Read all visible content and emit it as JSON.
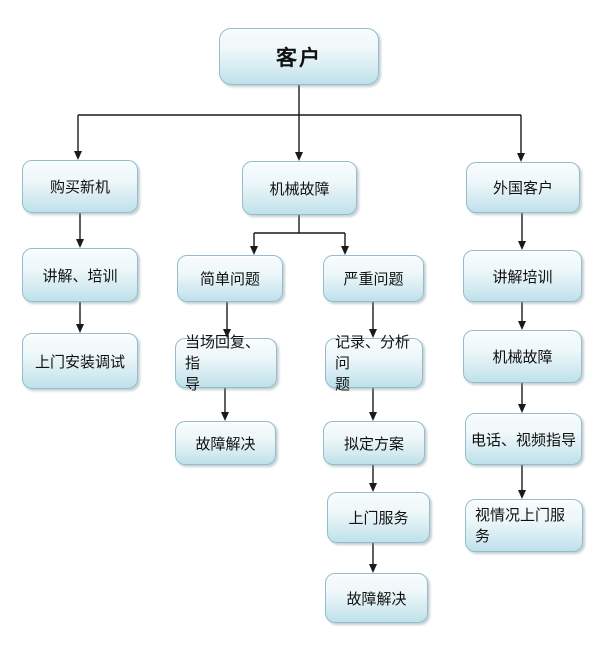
{
  "diagram": {
    "type": "flowchart",
    "nodes": {
      "customer": {
        "label": "客户"
      },
      "buy_new_machine": {
        "label": "购买新机"
      },
      "mechanical_failure": {
        "label": "机械故障"
      },
      "foreign_customer": {
        "label": "外国客户"
      },
      "explain_training_left": {
        "label": "讲解、培训"
      },
      "onsite_install_debug": {
        "label": "上门安装调试"
      },
      "simple_problem": {
        "label": "简单问题"
      },
      "serious_problem": {
        "label": "严重问题"
      },
      "onspot_reply_guidance": {
        "label": "当场回复、指\n导"
      },
      "record_analyze_problem": {
        "label": "记录、分析问\n题"
      },
      "fault_resolved_simple": {
        "label": "故障解决"
      },
      "draft_plan": {
        "label": "拟定方案"
      },
      "onsite_service": {
        "label": "上门服务"
      },
      "fault_resolved_serious": {
        "label": "故障解决"
      },
      "explain_training_right": {
        "label": "讲解培训"
      },
      "mechanical_failure_foreign": {
        "label": "机械故障"
      },
      "phone_video_guidance": {
        "label": "电话、视频指导"
      },
      "onsite_service_as_needed": {
        "label": "视情况上门服\n务"
      }
    },
    "edges": [
      {
        "from": "customer",
        "to": "buy_new_machine"
      },
      {
        "from": "customer",
        "to": "mechanical_failure"
      },
      {
        "from": "customer",
        "to": "foreign_customer"
      },
      {
        "from": "buy_new_machine",
        "to": "explain_training_left"
      },
      {
        "from": "explain_training_left",
        "to": "onsite_install_debug"
      },
      {
        "from": "mechanical_failure",
        "to": "simple_problem"
      },
      {
        "from": "mechanical_failure",
        "to": "serious_problem"
      },
      {
        "from": "simple_problem",
        "to": "onspot_reply_guidance"
      },
      {
        "from": "onspot_reply_guidance",
        "to": "fault_resolved_simple"
      },
      {
        "from": "serious_problem",
        "to": "record_analyze_problem"
      },
      {
        "from": "record_analyze_problem",
        "to": "draft_plan"
      },
      {
        "from": "draft_plan",
        "to": "onsite_service"
      },
      {
        "from": "onsite_service",
        "to": "fault_resolved_serious"
      },
      {
        "from": "foreign_customer",
        "to": "explain_training_right"
      },
      {
        "from": "explain_training_right",
        "to": "mechanical_failure_foreign"
      },
      {
        "from": "mechanical_failure_foreign",
        "to": "phone_video_guidance"
      },
      {
        "from": "phone_video_guidance",
        "to": "onsite_service_as_needed"
      }
    ],
    "colors": {
      "node_fill_top": "#f8fcfd",
      "node_fill_bottom": "#bee1ea",
      "node_border": "#94bccb",
      "connector": "#1a1a1a",
      "text": "#111111",
      "background": "#ffffff"
    }
  }
}
